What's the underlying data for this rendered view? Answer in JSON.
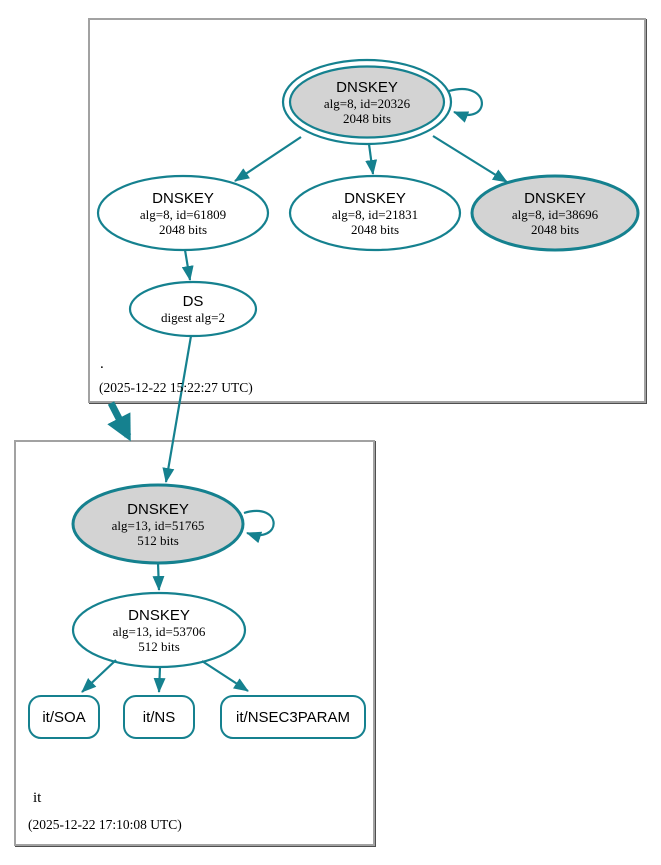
{
  "colors": {
    "accent": "#15818f",
    "sep_key_fill": "#d3d3d3",
    "zone_box_border": "#a2a2a2",
    "zone_box_shadow": "#4f4f4f"
  },
  "zones": {
    "root": {
      "label": ".",
      "timestamp": "(2025-12-22 15:22:27 UTC)",
      "nodes": {
        "ksk20326": {
          "title": "DNSKEY",
          "attr1": "alg=8, id=20326",
          "attr2": "2048 bits"
        },
        "key61809": {
          "title": "DNSKEY",
          "attr1": "alg=8, id=61809",
          "attr2": "2048 bits"
        },
        "key21831": {
          "title": "DNSKEY",
          "attr1": "alg=8, id=21831",
          "attr2": "2048 bits"
        },
        "key38696": {
          "title": "DNSKEY",
          "attr1": "alg=8, id=38696",
          "attr2": "2048 bits"
        },
        "ds": {
          "title": "DS",
          "attr1": "digest alg=2"
        }
      }
    },
    "it": {
      "label": "it",
      "timestamp": "(2025-12-22 17:10:08 UTC)",
      "nodes": {
        "ksk51765": {
          "title": "DNSKEY",
          "attr1": "alg=13, id=51765",
          "attr2": "512 bits"
        },
        "zsk53706": {
          "title": "DNSKEY",
          "attr1": "alg=13, id=53706",
          "attr2": "512 bits"
        },
        "soa": {
          "label": "it/SOA"
        },
        "ns": {
          "label": "it/NS"
        },
        "nsec3param": {
          "label": "it/NSEC3PARAM"
        }
      }
    }
  },
  "edges": [
    {
      "from": "dnskey-20326",
      "to": "dnskey-20326",
      "type": "self-sign"
    },
    {
      "from": "dnskey-20326",
      "to": "dnskey-61809",
      "type": "sign"
    },
    {
      "from": "dnskey-20326",
      "to": "dnskey-21831",
      "type": "sign"
    },
    {
      "from": "dnskey-20326",
      "to": "dnskey-38696",
      "type": "sign"
    },
    {
      "from": "dnskey-61809",
      "to": "ds-root-it",
      "type": "sign"
    },
    {
      "from": "ds-root-it",
      "to": "dnskey-51765",
      "type": "authenticates"
    },
    {
      "from": "zone-root",
      "to": "zone-it",
      "type": "delegation"
    },
    {
      "from": "dnskey-51765",
      "to": "dnskey-51765",
      "type": "self-sign"
    },
    {
      "from": "dnskey-51765",
      "to": "dnskey-53706",
      "type": "sign"
    },
    {
      "from": "dnskey-53706",
      "to": "it/SOA",
      "type": "sign"
    },
    {
      "from": "dnskey-53706",
      "to": "it/NS",
      "type": "sign"
    },
    {
      "from": "dnskey-53706",
      "to": "it/NSEC3PARAM",
      "type": "sign"
    }
  ]
}
